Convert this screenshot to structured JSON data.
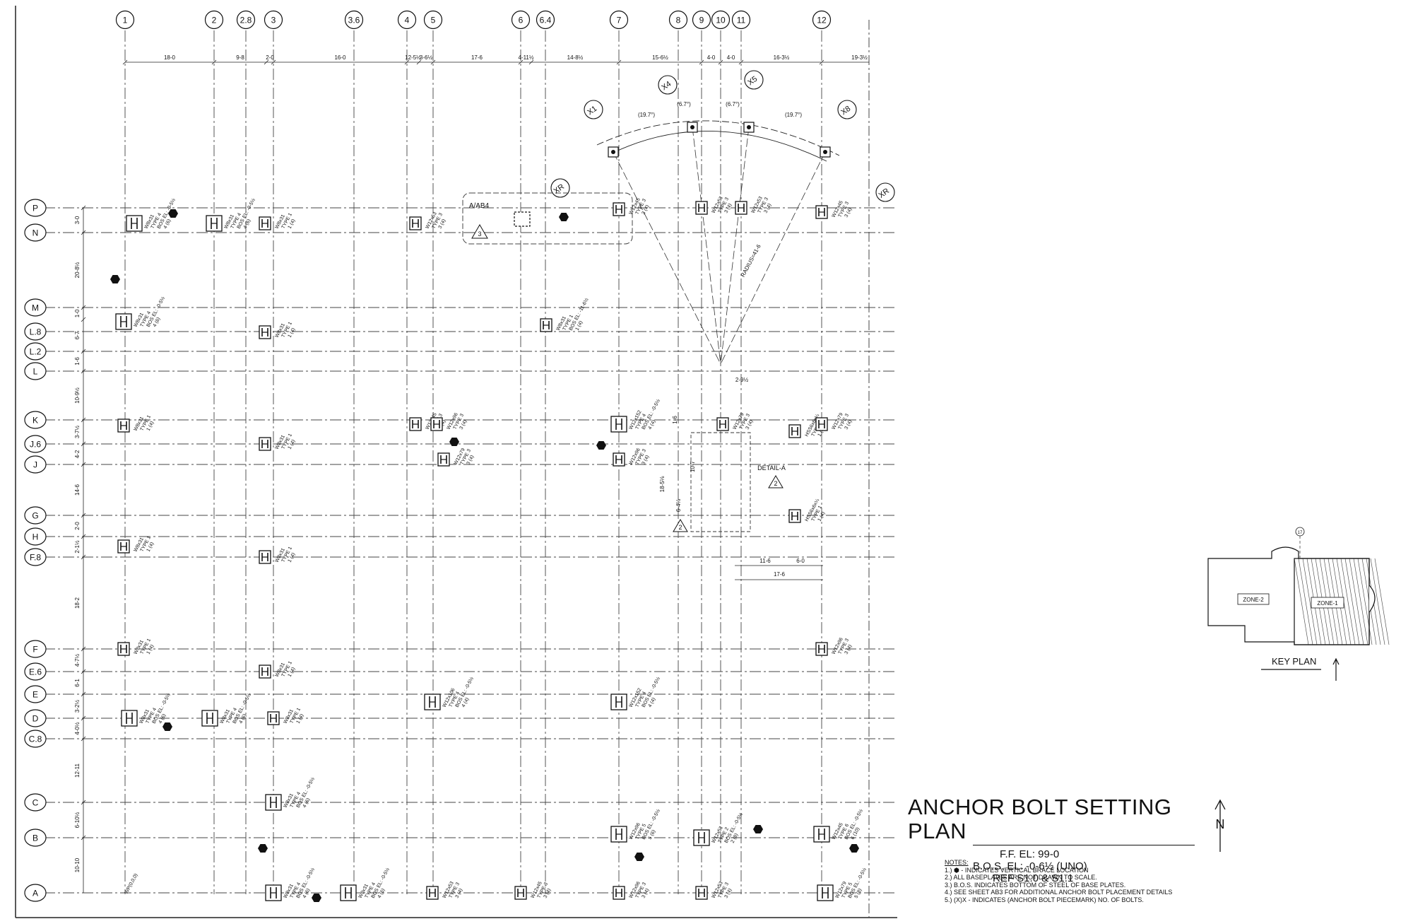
{
  "column_grid": [
    "1",
    "2",
    "2.8",
    "3",
    "3.6",
    "4",
    "5",
    "6",
    "6.4",
    "7",
    "8",
    "9",
    "10",
    "11",
    "12"
  ],
  "row_grid": [
    "P",
    "N",
    "M",
    "L.8",
    "L.2",
    "L",
    "K",
    "J.6",
    "J",
    "G",
    "H",
    "F.8",
    "F",
    "E.6",
    "E",
    "D",
    "C.8",
    "C",
    "B",
    "A"
  ],
  "arc_points": [
    "X1",
    "X4",
    "X5",
    "X8",
    "XR",
    "XR"
  ],
  "top_dims": [
    "18-0",
    "9-8",
    "2-0",
    "16-0",
    "12-5½",
    "3-6½",
    "17-6",
    "4-11½",
    "14-8½",
    "15-6½",
    "4-0",
    "4-0",
    "16-3½",
    "19-3½"
  ],
  "left_dims": [
    "3-0",
    "20-8½",
    "1-0",
    "6-7",
    "1-6",
    "10-9½",
    "3-7½",
    "4-2",
    "14-6",
    "2-0",
    "2-1½",
    "18-2",
    "4-7½",
    "6-1",
    "3-2½",
    "4-0½",
    "12-11",
    "6-10½",
    "10-10"
  ],
  "arc_dims": [
    "(19.7°)",
    "(6.7°)",
    "(6.7°)",
    "(19.7°)",
    "RADIUS=41-6"
  ],
  "members": {
    "w8x31_t4": [
      "W8x31",
      "TYPE 4",
      "BOS EL: -0-5½",
      "4 (6)"
    ],
    "w8x31_t1": [
      "W8x31",
      "TYPE 1",
      "1 (4)"
    ],
    "w12x53_t3": [
      "W12x53",
      "TYPE 3",
      "3 (4)"
    ],
    "w12x45_t3": [
      "W12x45",
      "TYPE 3",
      "3 (4)"
    ],
    "w12x79_t3": [
      "W12x79",
      "TYPE 3",
      "3 (4)"
    ],
    "w12x96_t3": [
      "W12x96",
      "TYPE 3",
      "3 (4)"
    ],
    "w12x106_t4": [
      "W12x106",
      "TYPE 4",
      "BOS EL: -0-5½",
      "4 (4)"
    ],
    "w12x152_t4": [
      "W12x152",
      "TYPE 4",
      "BOS EL: -0-5½",
      "4 (4)"
    ],
    "w12x96_t5": [
      "W12x96",
      "TYPE 5",
      "BOS EL: -0-5½",
      "5 (6)"
    ],
    "w12x45_t5": [
      "W12x45",
      "TYPE 5",
      "BOS EL: -0-5½",
      "5 (8)"
    ],
    "w12x45_t6": [
      "W12x45",
      "TYPE 6",
      "BOS EL: -0-5½",
      "6 (10)"
    ],
    "w12x53_t2": [
      "W12x53",
      "TYPE 2",
      "BOS EL: -0-5½",
      "2 (8)"
    ],
    "w12x79_t5": [
      "W12x79",
      "TYPE 5",
      "BOS EL: -0-5½",
      "5 (8)"
    ],
    "w8x31_t1_m": [
      "W8x31",
      "TYPE 1",
      "BOS EL: -11-6½",
      "1 (4)"
    ],
    "hss": [
      "HSS5.500x0.375",
      "TYPE 1",
      "1 (4)"
    ],
    "hss6": [
      "HSS6x6x¼",
      "TYPE 1",
      "1 (4)"
    ]
  },
  "detail": {
    "callout_box": "A/AB4",
    "callout_num": "3",
    "detail_a": "DETAIL-A",
    "rev": "2",
    "dims": [
      "2-9½",
      "1-6",
      "10-7",
      "18-5⅛",
      "6-4⅛",
      "11-6",
      "6-0",
      "17-6"
    ],
    "wp": "WP(0,0,0)"
  },
  "key_plan": {
    "label": "KEY PLAN",
    "zone2": "ZONE-2",
    "zone1": "ZONE-1",
    "ref": "17"
  },
  "title_block": {
    "title": "ANCHOR BOLT SETTING PLAN",
    "ff_el": "F.F. EL: 99-0",
    "bos_el": "B.O.S. EL: -0-6½ (UNO)",
    "ref": "REF S1.0 & S1.1",
    "notes_header": "NOTES:",
    "notes": [
      "1.) ⬢ - INDICATES VERTICAL BRACE LOCATION",
      "2.) ALL BASEPLATES ARE NOT DRAWN TO SCALE.",
      "3.) B.O.S. INDICATES BOTTOM OF STEEL OF BASE PLATES.",
      "4.) SEE SHEET AB3 FOR ADDITIONAL ANCHOR BOLT PLACEMENT DETAILS",
      "5.) (X)X - INDICATES (ANCHOR BOLT PIECEMARK) NO. OF BOLTS."
    ],
    "north": "N"
  }
}
